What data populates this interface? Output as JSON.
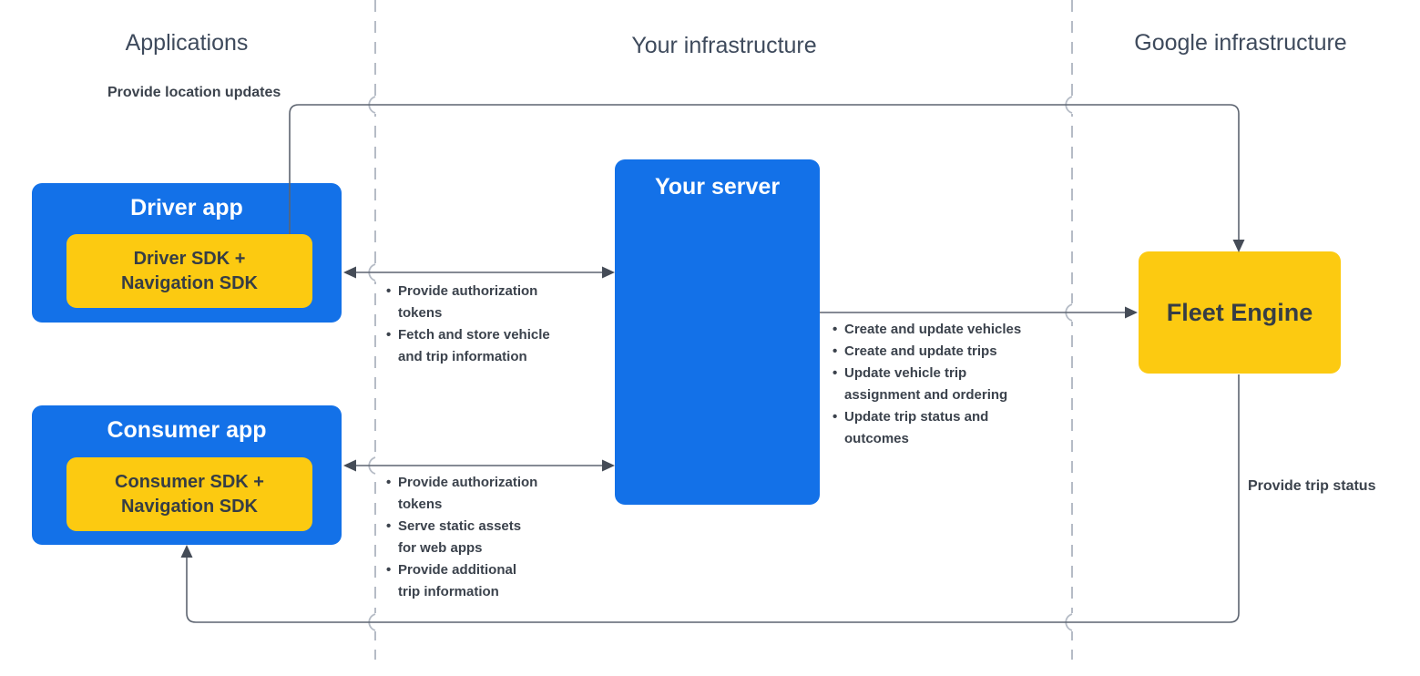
{
  "columns": {
    "applications": "Applications",
    "your_infrastructure": "Your infrastructure",
    "google_infrastructure": "Google infrastructure"
  },
  "nodes": {
    "driver_app": {
      "title": "Driver app",
      "sdk": "Driver SDK + Navigation SDK"
    },
    "consumer_app": {
      "title": "Consumer app",
      "sdk": "Consumer SDK + Navigation SDK"
    },
    "your_server": {
      "title": "Your server"
    },
    "fleet_engine": {
      "title": "Fleet Engine"
    }
  },
  "edge_labels": {
    "provide_location_updates": "Provide location updates",
    "provide_trip_status": "Provide trip status"
  },
  "lists": {
    "driver_server": {
      "items": [
        [
          "Provide authorization",
          "tokens"
        ],
        [
          "Fetch and store vehicle",
          "and trip information"
        ]
      ]
    },
    "server_fleet": {
      "items": [
        [
          "Create and update vehicles"
        ],
        [
          "Create and update trips"
        ],
        [
          "Update vehicle trip",
          "assignment and ordering"
        ],
        [
          "Update trip status and",
          "outcomes"
        ]
      ]
    },
    "consumer_server": {
      "items": [
        [
          "Provide authorization",
          "tokens"
        ],
        [
          "Serve static assets",
          "for web apps"
        ],
        [
          "Provide additional",
          "trip information"
        ]
      ]
    }
  },
  "colors": {
    "node_blue": "#1371e8",
    "node_yellow": "#fcca11",
    "line_gray": "#5d6470",
    "arrowhead_gray": "#454c57",
    "divider_gray": "#b6bcc6",
    "heading_text": "#3e4a5c",
    "body_text": "#3b424c"
  }
}
